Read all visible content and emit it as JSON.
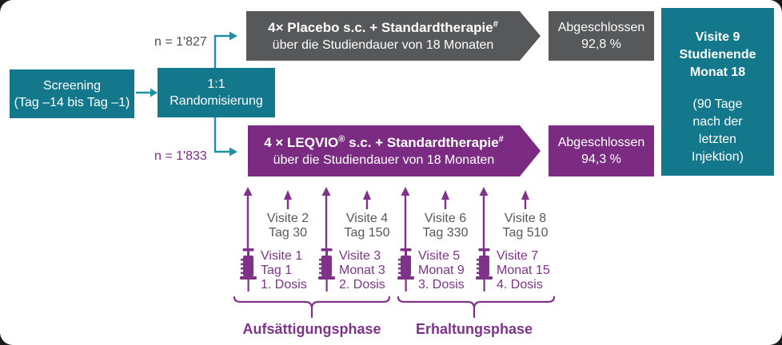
{
  "colors": {
    "teal_box": "#13788b",
    "teal_connector": "#2090a8",
    "gray_box": "#57585a",
    "purple_box": "#7b2c82",
    "timeline_purple": "#7e3389",
    "check_visit_gray": "#5a555c",
    "n_label_gray": "#4e4e50",
    "box_text": "#ffffff"
  },
  "screening_box": {
    "line1": "Screening",
    "line2": "(Tag –14 bis Tag –1)"
  },
  "randomization_box": {
    "line1": "1:1",
    "line2": "Randomisierung"
  },
  "placebo_arm": {
    "n_label": "n = 1'827",
    "title": "4× Placebo s.c. + Standardtherapie",
    "title_superscript": "#",
    "subtitle": "über die Studiendauer von 18 Monaten",
    "completed_label": "Abgeschlossen",
    "completed_value": "92,8 %"
  },
  "leqvio_arm": {
    "n_label": "n = 1'833",
    "title_part1": "4 × LEQVIO",
    "registered_mark": "®",
    "title_part2": " s.c. + Standardtherapie",
    "title_superscript": "#",
    "subtitle": "über die Studiendauer von 18 Monaten",
    "completed_label": "Abgeschlossen",
    "completed_value": "94,3 %"
  },
  "study_end_box": {
    "bold1": "Visite 9",
    "bold2": "Studienende",
    "bold3": "Monat 18",
    "note1": "(90 Tage",
    "note2": "nach der",
    "note3": "letzten",
    "note4": "Injektion)"
  },
  "timeline": {
    "dose_visits": [
      {
        "visit": "Visite 1",
        "time": "Tag 1",
        "dose": "1. Dosis"
      },
      {
        "visit": "Visite 3",
        "time": "Monat 3",
        "dose": "2. Dosis"
      },
      {
        "visit": "Visite 5",
        "time": "Monat 9",
        "dose": "3. Dosis"
      },
      {
        "visit": "Visite 7",
        "time": "Monat 15",
        "dose": "4. Dosis"
      }
    ],
    "check_visits": [
      {
        "visit": "Visite 2",
        "time": "Tag 30"
      },
      {
        "visit": "Visite 4",
        "time": "Tag 150"
      },
      {
        "visit": "Visite 6",
        "time": "Tag 330"
      },
      {
        "visit": "Visite 8",
        "time": "Tag 510"
      }
    ]
  },
  "phases": [
    {
      "label": "Aufsättigungsphase"
    },
    {
      "label": "Erhaltungsphase"
    }
  ]
}
